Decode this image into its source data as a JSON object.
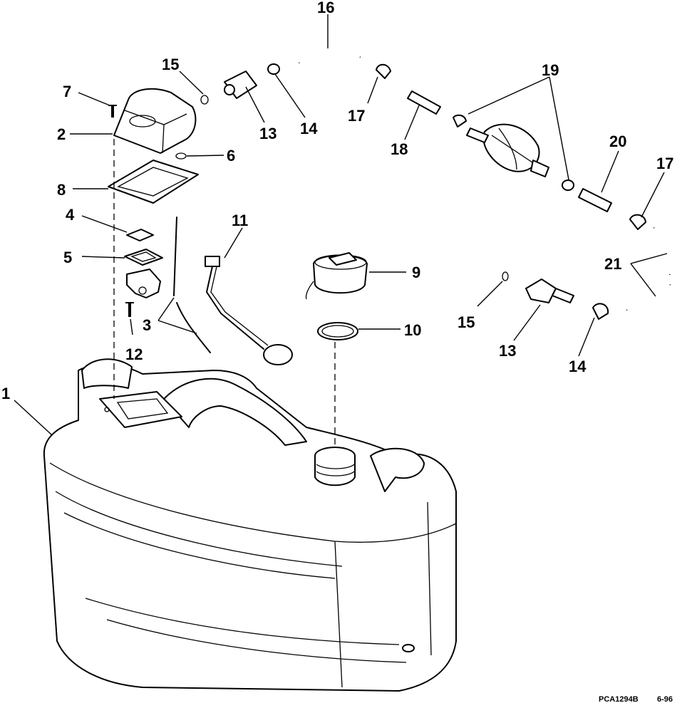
{
  "callouts": {
    "c1": "1",
    "c2": "2",
    "c3": "3",
    "c4": "4",
    "c5": "5",
    "c6": "6",
    "c7": "7",
    "c8": "8",
    "c9": "9",
    "c10": "10",
    "c11": "11",
    "c12": "12",
    "c13a": "13",
    "c13b": "13",
    "c14a": "14",
    "c14b": "14",
    "c15a": "15",
    "c15b": "15",
    "c16": "16",
    "c17a": "17",
    "c17b": "17",
    "c18": "18",
    "c19": "19",
    "c20": "20",
    "c21": "21"
  },
  "footer": {
    "code": "PCA1294B",
    "date": "6-96"
  }
}
